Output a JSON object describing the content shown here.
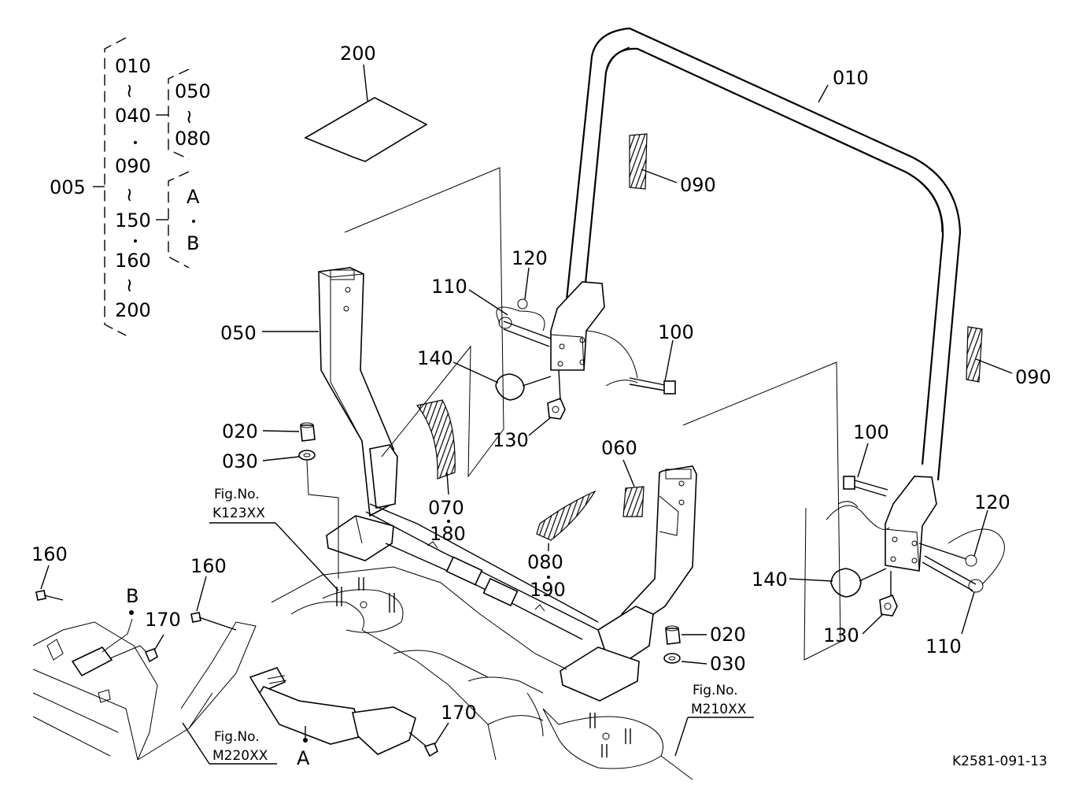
{
  "diagram": {
    "drawing_number": "K2581-091-13",
    "bracket": {
      "main": "005",
      "left_column": [
        "010",
        "040",
        "090",
        "150",
        "160",
        "200"
      ],
      "tilde": "≀",
      "inner_group_1": [
        "050",
        "080"
      ],
      "inner_group_2": [
        "A",
        "B"
      ]
    },
    "labels": {
      "p200": "200",
      "p010": "010",
      "p090a": "090",
      "p090b": "090",
      "p050": "050",
      "p110a": "110",
      "p120a": "120",
      "p100a": "100",
      "p140a": "140",
      "p130a": "130",
      "p020a": "020",
      "p030a": "030",
      "p070": "070",
      "p180": "180",
      "p060": "060",
      "p080": "080",
      "p190": "190",
      "p100b": "100",
      "p120b": "120",
      "p140b": "140",
      "p130b": "130",
      "p110b": "110",
      "p020b": "020",
      "p030b": "030",
      "p160a": "160",
      "p160b": "160",
      "p170a": "170",
      "p170b": "170",
      "refA": "A",
      "refB": "B"
    },
    "fig_refs": {
      "k123_title": "Fig.No.",
      "k123": "K123XX",
      "m220_title": "Fig.No.",
      "m220": "M220XX",
      "m210_title": "Fig.No.",
      "m210": "M210XX"
    }
  }
}
